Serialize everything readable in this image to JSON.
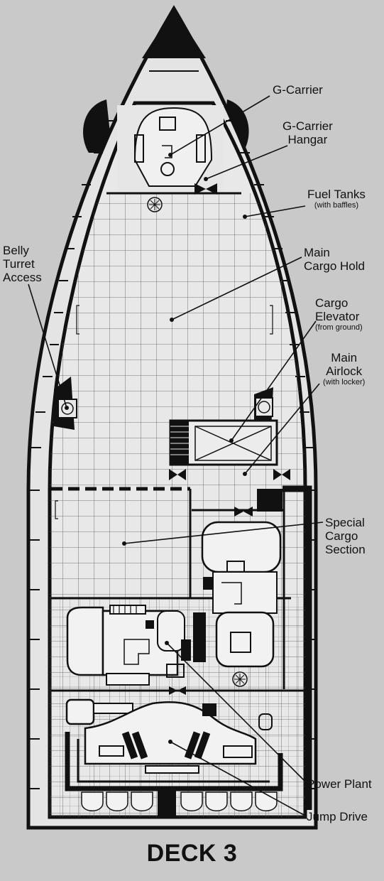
{
  "title": "DECK 3",
  "labels": {
    "g_carrier": "G-Carrier",
    "g_carrier_hangar_1": "G-Carrier",
    "g_carrier_hangar_2": "Hangar",
    "fuel_tanks": "Fuel Tanks",
    "fuel_tanks_sub": "(with baffles)",
    "belly_turret_1": "Belly",
    "belly_turret_2": "Turret",
    "belly_turret_3": "Access",
    "main_cargo_1": "Main",
    "main_cargo_2": "Cargo Hold",
    "cargo_elevator_1": "Cargo",
    "cargo_elevator_2": "Elevator",
    "cargo_elevator_sub": "(from ground)",
    "main_airlock_1": "Main",
    "main_airlock_2": "Airlock",
    "main_airlock_sub": "(with locker)",
    "special_cargo_1": "Special",
    "special_cargo_2": "Cargo",
    "special_cargo_3": "Section",
    "power_plant": "Power Plant",
    "jump_drive": "Jump Drive"
  },
  "colors": {
    "background": "#c9c9c9",
    "deck": "#e2e2e2",
    "ink": "#111111",
    "grid": "#5a5a5a"
  }
}
